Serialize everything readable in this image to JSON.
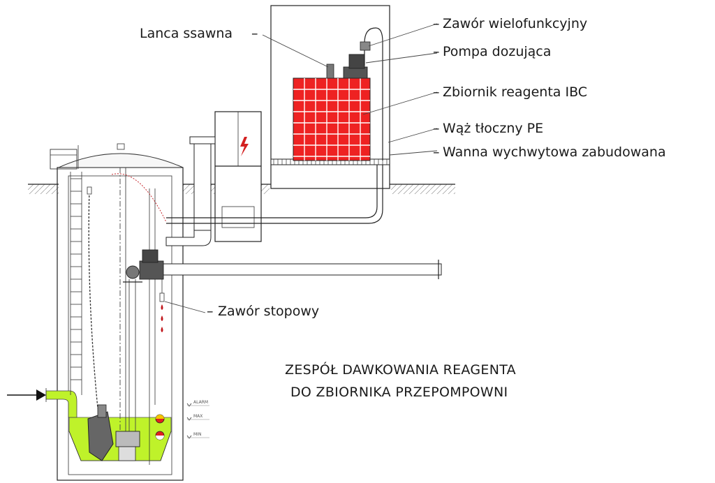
{
  "colors": {
    "liquid": "#bff22a",
    "ibc_fill": "#ee2222",
    "ibc_grid": "#ffffff",
    "outline": "#222222",
    "float_red": "#e02020",
    "float_yellow": "#f5c400",
    "drip_red": "#c0161b"
  },
  "labels": {
    "lanca": "Lanca ssawna",
    "zawor_wielo": "Zawór wielofunkcyjny",
    "pompa": "Pompa dozująca",
    "zbiornik": "Zbiornik reagenta IBC",
    "waz": "Wąż tłoczny PE",
    "wanna": "Wanna wychwytowa zabudowana",
    "zawor_stopowy": "Zawór stopowy"
  },
  "title": {
    "line1": "ZESPÓŁ DAWKOWANIA REAGENTA",
    "line2": "DO ZBIORNIKA PRZEPOMPOWNI"
  },
  "levels": {
    "alarm": "ALARM",
    "max": "MAX",
    "min": "MIN"
  },
  "icons": {
    "control_cabinet": "lightning-bolt-icon",
    "inlet_arrow": "arrow-right-icon"
  }
}
